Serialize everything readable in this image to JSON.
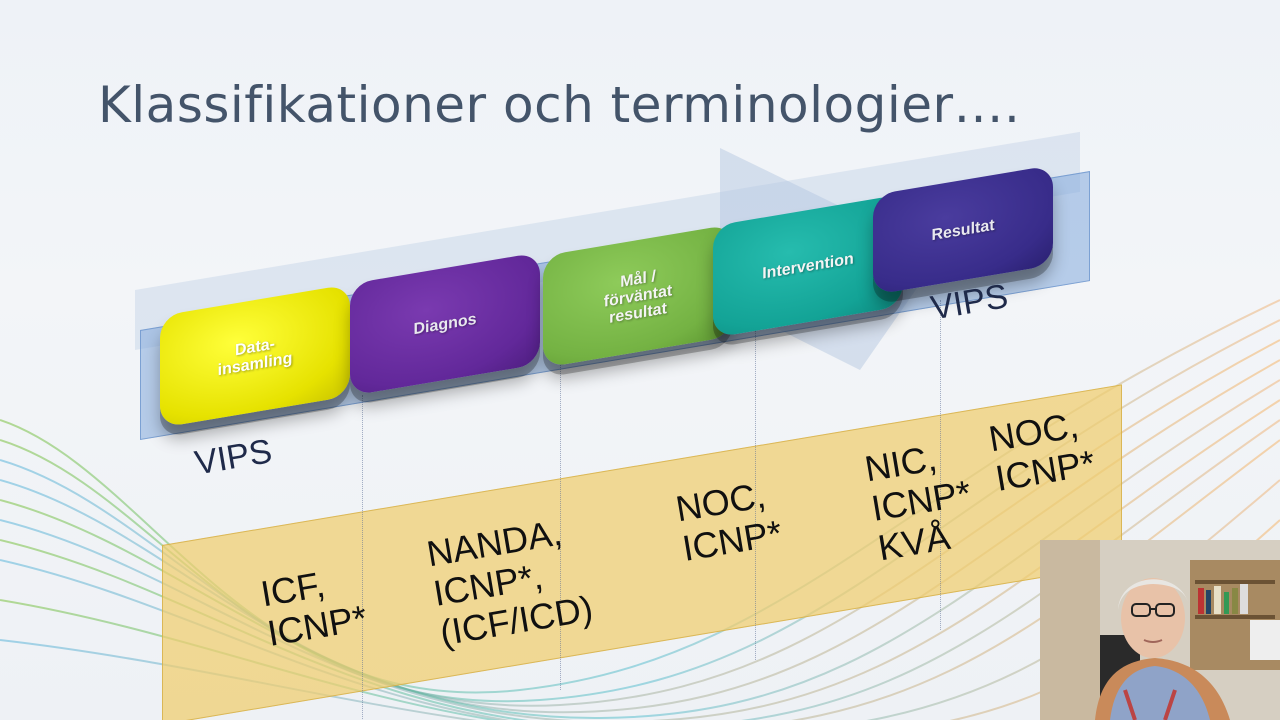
{
  "slide": {
    "title": "Klassifikationer och terminologier…."
  },
  "steps": [
    {
      "label": "Data-\ninsamling",
      "color": "#e8e400",
      "icon": "yellow-box"
    },
    {
      "label": "Diagnos",
      "color": "#6b2f9e",
      "icon": "purple-box"
    },
    {
      "label": "Mål /\nförväntat\nresultat",
      "color": "#7ab648",
      "icon": "green-box"
    },
    {
      "label": "Intervention",
      "color": "#17a89a",
      "icon": "teal-box"
    },
    {
      "label": "Resultat",
      "color": "#3b2f8c",
      "icon": "indigo-box"
    }
  ],
  "vips": {
    "left_label": "VIPS",
    "right_label": "VIPS"
  },
  "classifications": [
    "ICF,\nICNP*",
    "NANDA,\nICNP*,\n(ICF/ICD)",
    "NOC,\nICNP*",
    "NIC,\nICNP*\nKVÅ",
    "NOC,\nICNP*"
  ],
  "colors": {
    "title": "#44546a",
    "blue_band": "#83aadc",
    "yellow_band": "#f0cd6e"
  }
}
